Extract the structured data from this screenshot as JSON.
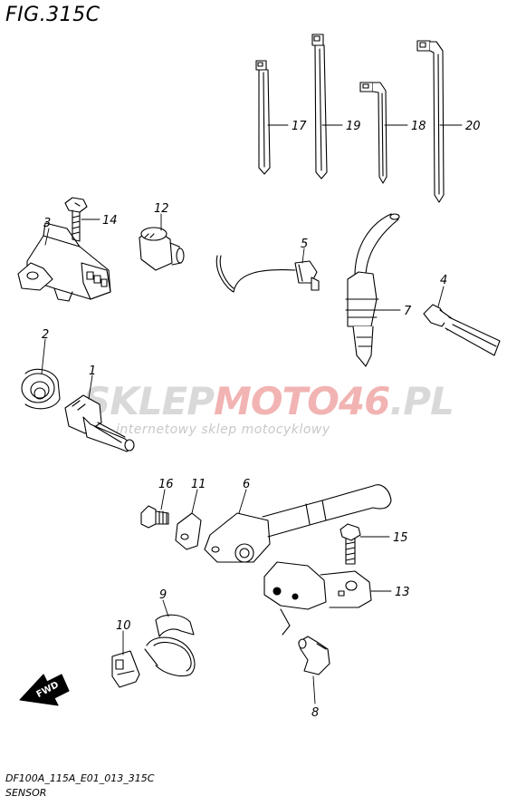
{
  "figure": {
    "title": "FIG.315C",
    "footer_code": "DF100A_115A_E01_013_315C",
    "footer_name": "SENSOR",
    "fwd_label": "FWD"
  },
  "watermark": {
    "brand_part1": "SKLEP",
    "brand_part2": "MOTO46",
    "brand_part3": ".PL",
    "tagline": "internetowy sklep motocyklowy"
  },
  "callouts": {
    "p1": "1",
    "p2": "2",
    "p3": "3",
    "p4": "4",
    "p5": "5",
    "p6": "6",
    "p7": "7",
    "p8": "8",
    "p9": "9",
    "p10": "10",
    "p11": "11",
    "p12": "12",
    "p13": "13",
    "p14": "14",
    "p15": "15",
    "p16": "16",
    "p17": "17",
    "p18": "18",
    "p19": "19",
    "p20": "20"
  }
}
